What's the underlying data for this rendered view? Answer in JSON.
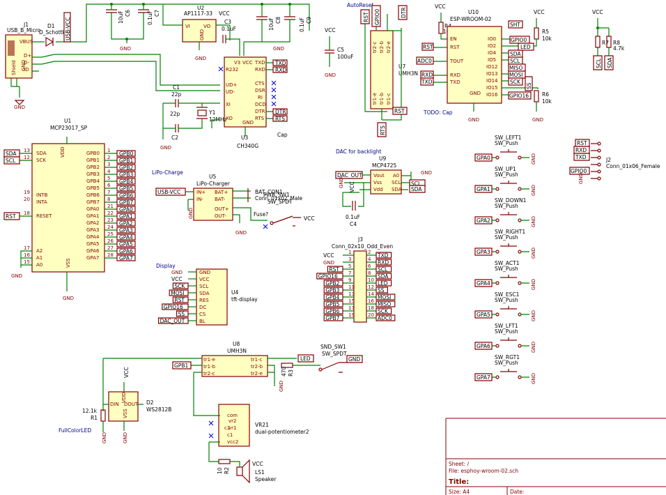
{
  "j1": {
    "ref": "J1",
    "value": "USB_B_Micro",
    "pins": [
      "VBUS",
      "D+",
      "D-",
      "ID",
      "Shield",
      "GND"
    ]
  },
  "d1": {
    "ref": "D1",
    "value": "D_Schottky"
  },
  "usb_vcc": "USB-VCC",
  "c6": {
    "ref": "C6",
    "value": "10uF"
  },
  "c7": {
    "ref": "C7",
    "value": "0.1uF"
  },
  "u2": {
    "ref": "U2",
    "value": "AP1117-33",
    "pins": [
      "VI",
      "VO",
      "GND"
    ]
  },
  "c3": {
    "ref": "C3",
    "value": "0.1uF"
  },
  "c8": {
    "ref": "C8",
    "value": "10uF"
  },
  "c9": {
    "ref": "C9",
    "value": "0.1uF"
  },
  "autoreset": "AutoReset",
  "u7": {
    "ref": "U7",
    "value": "UMH3N",
    "pins": [
      "tr2-c",
      "tr2-b",
      "tr2-e",
      "tr1-e",
      "tr1-b",
      "tr1-c"
    ]
  },
  "c5": {
    "ref": "C5",
    "value": "100uF"
  },
  "r4": {
    "ref": "R4",
    "value": "10k"
  },
  "u10": {
    "ref": "U10",
    "value": "ESP-WROOM-02",
    "pins_left": [
      "EN",
      "RST",
      "TOUT",
      "RXD",
      "TXD"
    ],
    "pins_right": [
      "IO0",
      "IO2",
      "IO4",
      "IO5",
      "IO12",
      "IO13",
      "IO14",
      "IO15",
      "IO16"
    ],
    "gnd": "GND"
  },
  "r5": {
    "ref": "R5",
    "value": "10k"
  },
  "r6": {
    "ref": "R6",
    "value": "10k"
  },
  "r7": {
    "ref": "R7",
    "value": "4.7k"
  },
  "r8": {
    "ref": "R8",
    "value": "4.7k"
  },
  "todo": "TODO: Cap",
  "u3": {
    "ref": "U3",
    "value": "CH340G",
    "pins_left": [
      "R232",
      "UD+",
      "UD-",
      "XI",
      "XO"
    ],
    "pins_right": [
      "TXD",
      "RXD",
      "CTS",
      "DSR",
      "RI",
      "DCD",
      "DTR",
      "RTS"
    ],
    "top": [
      "V3",
      "VCC"
    ],
    "gnd": "GND"
  },
  "c1": {
    "ref": "C1",
    "value": "22p"
  },
  "c2": {
    "ref": "C2",
    "value": "22p"
  },
  "y1": {
    "ref": "Y1",
    "value": "12MHz"
  },
  "cap_note": "Cap",
  "u1": {
    "ref": "U1",
    "value": "MCP23017_SP",
    "pins_left": [
      "SDA",
      "SCK",
      "INTB",
      "INTA",
      "RESET",
      "A2",
      "A1",
      "A0"
    ],
    "pins_right": [
      "GPB0",
      "GPB1",
      "GPB2",
      "GPB3",
      "GPB4",
      "GPB5",
      "GPB6",
      "GPB7",
      "GPA0",
      "GPA1",
      "GPA2",
      "GPA3",
      "GPA4",
      "GPA5",
      "GPA6",
      "GPA7"
    ],
    "vdd": "VDD",
    "vss": "VSS"
  },
  "lipo_title": "LiPo-Charge",
  "u5": {
    "ref": "U5",
    "value": "LiPo-Charger",
    "pins": [
      "IN+",
      "IN-",
      "BAT+",
      "BAT-",
      "OUT+",
      "OUT-"
    ]
  },
  "bat_conn": {
    "ref": "BAT_CON1",
    "value": "Conn_01x02_Male"
  },
  "pwr_sw": {
    "ref": "PWR_SW1",
    "value": "SW_SPDT"
  },
  "fuse": "Fuse?",
  "dac_title": "DAC for backlight",
  "u9": {
    "ref": "U9",
    "value": "MCP4725",
    "pins": [
      "Vout",
      "Vss",
      "Vdd",
      "A0",
      "SCL",
      "SDA"
    ]
  },
  "c4": {
    "ref": "C4",
    "value": "0.1uF"
  },
  "display_title": "Display",
  "u4": {
    "ref": "U4",
    "value": "tft-display",
    "pins": [
      "GND",
      "VCC",
      "SCL",
      "SDA",
      "RES",
      "DC",
      "CS",
      "BL"
    ]
  },
  "j3": {
    "ref": "J3",
    "value": "Conn_02x10_Odd_Even",
    "left": [
      "VCC",
      "GND",
      "RST",
      "GPIO16",
      "GPB2",
      "GPB3",
      "GPB4",
      "GPB5",
      "GPB6",
      "GPB7"
    ],
    "right": [
      "TXD",
      "RXD",
      "SCL",
      "SDA",
      "LED",
      "SS",
      "MOSI",
      "MISO",
      "SCK",
      "ADC0"
    ]
  },
  "j2": {
    "ref": "J2",
    "value": "Conn_01x06_Female",
    "nets": [
      "RST",
      "RXD",
      "TXD",
      "GPIO0",
      "GND",
      ""
    ]
  },
  "switches": [
    {
      "ref": "SW_LEFT1",
      "value": "SW_Push",
      "net": "GPA0"
    },
    {
      "ref": "SW_UP1",
      "value": "SW_Push",
      "net": "GPA1"
    },
    {
      "ref": "SW_DOWN1",
      "value": "SW_Push",
      "net": "GPA2"
    },
    {
      "ref": "SW_RIGHT1",
      "value": "SW_Push",
      "net": "GPA3"
    },
    {
      "ref": "SW_ACT1",
      "value": "SW_Push",
      "net": "GPA4"
    },
    {
      "ref": "SW_ESC1",
      "value": "SW_Push",
      "net": "GPA5"
    },
    {
      "ref": "SW_LFT1",
      "value": "SW_Push",
      "net": "GPA6"
    },
    {
      "ref": "SW_RGT1",
      "value": "SW_Push",
      "net": "GPA7"
    }
  ],
  "u8": {
    "ref": "U8",
    "value": "UMH3N",
    "pins": [
      "tr1-e",
      "tr1-b",
      "tr2-c",
      "tr1-c",
      "tr2-b",
      "tr2-e"
    ]
  },
  "r3": {
    "ref": "R3",
    "value": "470"
  },
  "snd_sw": {
    "ref": "SND_SW1",
    "value": "SW_SPDT"
  },
  "d2": {
    "ref": "D2",
    "value": "WS2812B",
    "pins": [
      "DIN",
      "DOUT",
      "VDD",
      "VSS"
    ]
  },
  "r1": {
    "ref": "R1",
    "value": "12.1k"
  },
  "fullcolor": "FullColorLED",
  "vr21": {
    "ref": "VR21",
    "value": "dual-potentiometer2",
    "pins": [
      "com",
      "vr2",
      "vr1",
      "c2",
      "c1",
      "vcc2"
    ]
  },
  "r2": {
    "ref": "R2",
    "value": "10"
  },
  "ls1": {
    "ref": "LS1",
    "value": "Speaker"
  },
  "nets": {
    "vcc": "VCC",
    "gnd": "GND",
    "sda": "SDA",
    "scl": "SCL",
    "sck": "SCK",
    "rst": "RST",
    "txd": "TXD",
    "rxd": "RXD",
    "dtr": "DTR",
    "rts": "RTS",
    "led": "LED",
    "mosi": "MOSI",
    "miso": "MISO",
    "ss": "SS",
    "adc0": "ADC0",
    "gpio0": "GPIO0",
    "gpio16": "GPIO16",
    "dac_out": "DAC_OUT",
    "gpb1": "GPB1"
  },
  "title_block": {
    "sheet": "Sheet: /",
    "file": "File: esphoy-wroom-02.sch",
    "title": "Title:",
    "size": "Size: A4",
    "date": "Date:"
  }
}
